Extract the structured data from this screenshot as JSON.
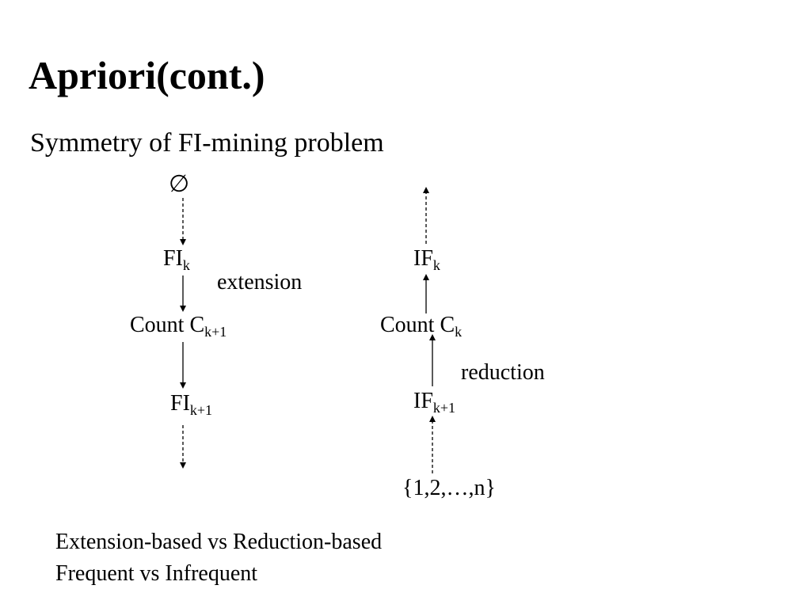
{
  "slide": {
    "title": "Apriori(cont.)",
    "subtitle": "Symmetry of FI-mining problem"
  },
  "left_chain": {
    "empty_set": "∅",
    "fi_k": {
      "base": "FI",
      "sub": "k"
    },
    "extension_label": "extension",
    "count": {
      "base": "Count C",
      "sub": "k+1"
    },
    "fi_k1": {
      "base": "FI",
      "sub": "k+1"
    }
  },
  "right_chain": {
    "if_k": {
      "base": "IF",
      "sub": "k"
    },
    "count": {
      "base": "Count C",
      "sub": "k"
    },
    "reduction_label": "reduction",
    "if_k1": {
      "base": "IF",
      "sub": "k+1"
    },
    "universe": "{1,2,…,n}"
  },
  "footer": {
    "line1": "Extension-based vs Reduction-based",
    "line2": "Frequent vs Infrequent"
  }
}
